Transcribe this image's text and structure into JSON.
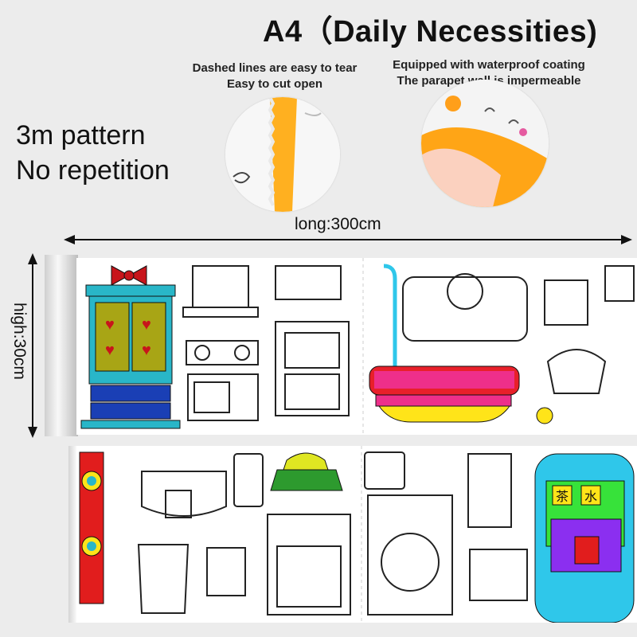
{
  "title": "A4（Daily Necessities)",
  "features": {
    "tear_line1": "Dashed lines are easy to tear",
    "tear_line2": "Easy to cut open",
    "water_line1": "Equipped with waterproof coating",
    "water_line2": "The parapet wall is impermeable"
  },
  "pattern": {
    "line1": "3m pattern",
    "line2": "No repetition"
  },
  "dimensions": {
    "length": "long:300cm",
    "height": "high:30cm"
  },
  "tea_sign": [
    "茶",
    "水"
  ],
  "colors": {
    "background": "#ececec",
    "accent_orange": "#ffb020",
    "cabinet_teal": "#29b6c8",
    "cabinet_blue": "#1a3fb5",
    "ribbon_red": "#c8151b",
    "tub_red": "#e8202a",
    "tub_pink": "#ee2f8a",
    "speaker_red": "#e11d1d",
    "speaker_yellow": "#ffe419",
    "pot_green": "#2d9a2e",
    "water_cyan": "#2fc7ea",
    "water_purple": "#8b2ff0",
    "water_green": "#37e23a"
  }
}
